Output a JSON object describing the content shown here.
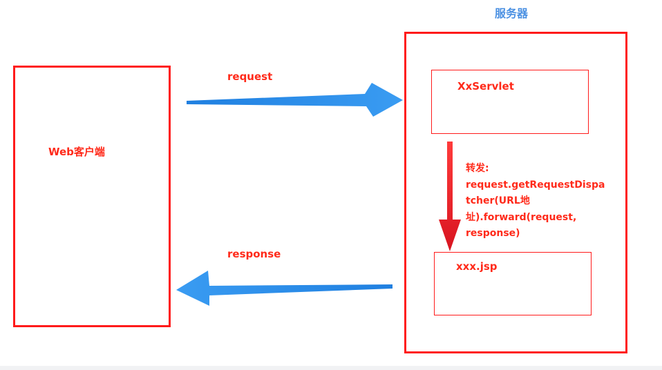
{
  "server": {
    "title": "服务器",
    "title_color": "#4a90e2"
  },
  "client": {
    "label": "Web客户端"
  },
  "servlet": {
    "label": "XxServlet"
  },
  "jsp": {
    "label": "xxx.jsp"
  },
  "forward": {
    "lines": [
      "转发:",
      "request.getRequestDispa",
      "tcher(URL地",
      "址).forward(request,",
      "response)"
    ]
  },
  "request_arrow": {
    "label": "request"
  },
  "response_arrow": {
    "label": "response"
  },
  "colors": {
    "box_border": "#ff1a1a",
    "label": "#ff2a1a",
    "flow_arrow": "#2b8be8",
    "forward_arrow": "#e8192c"
  }
}
